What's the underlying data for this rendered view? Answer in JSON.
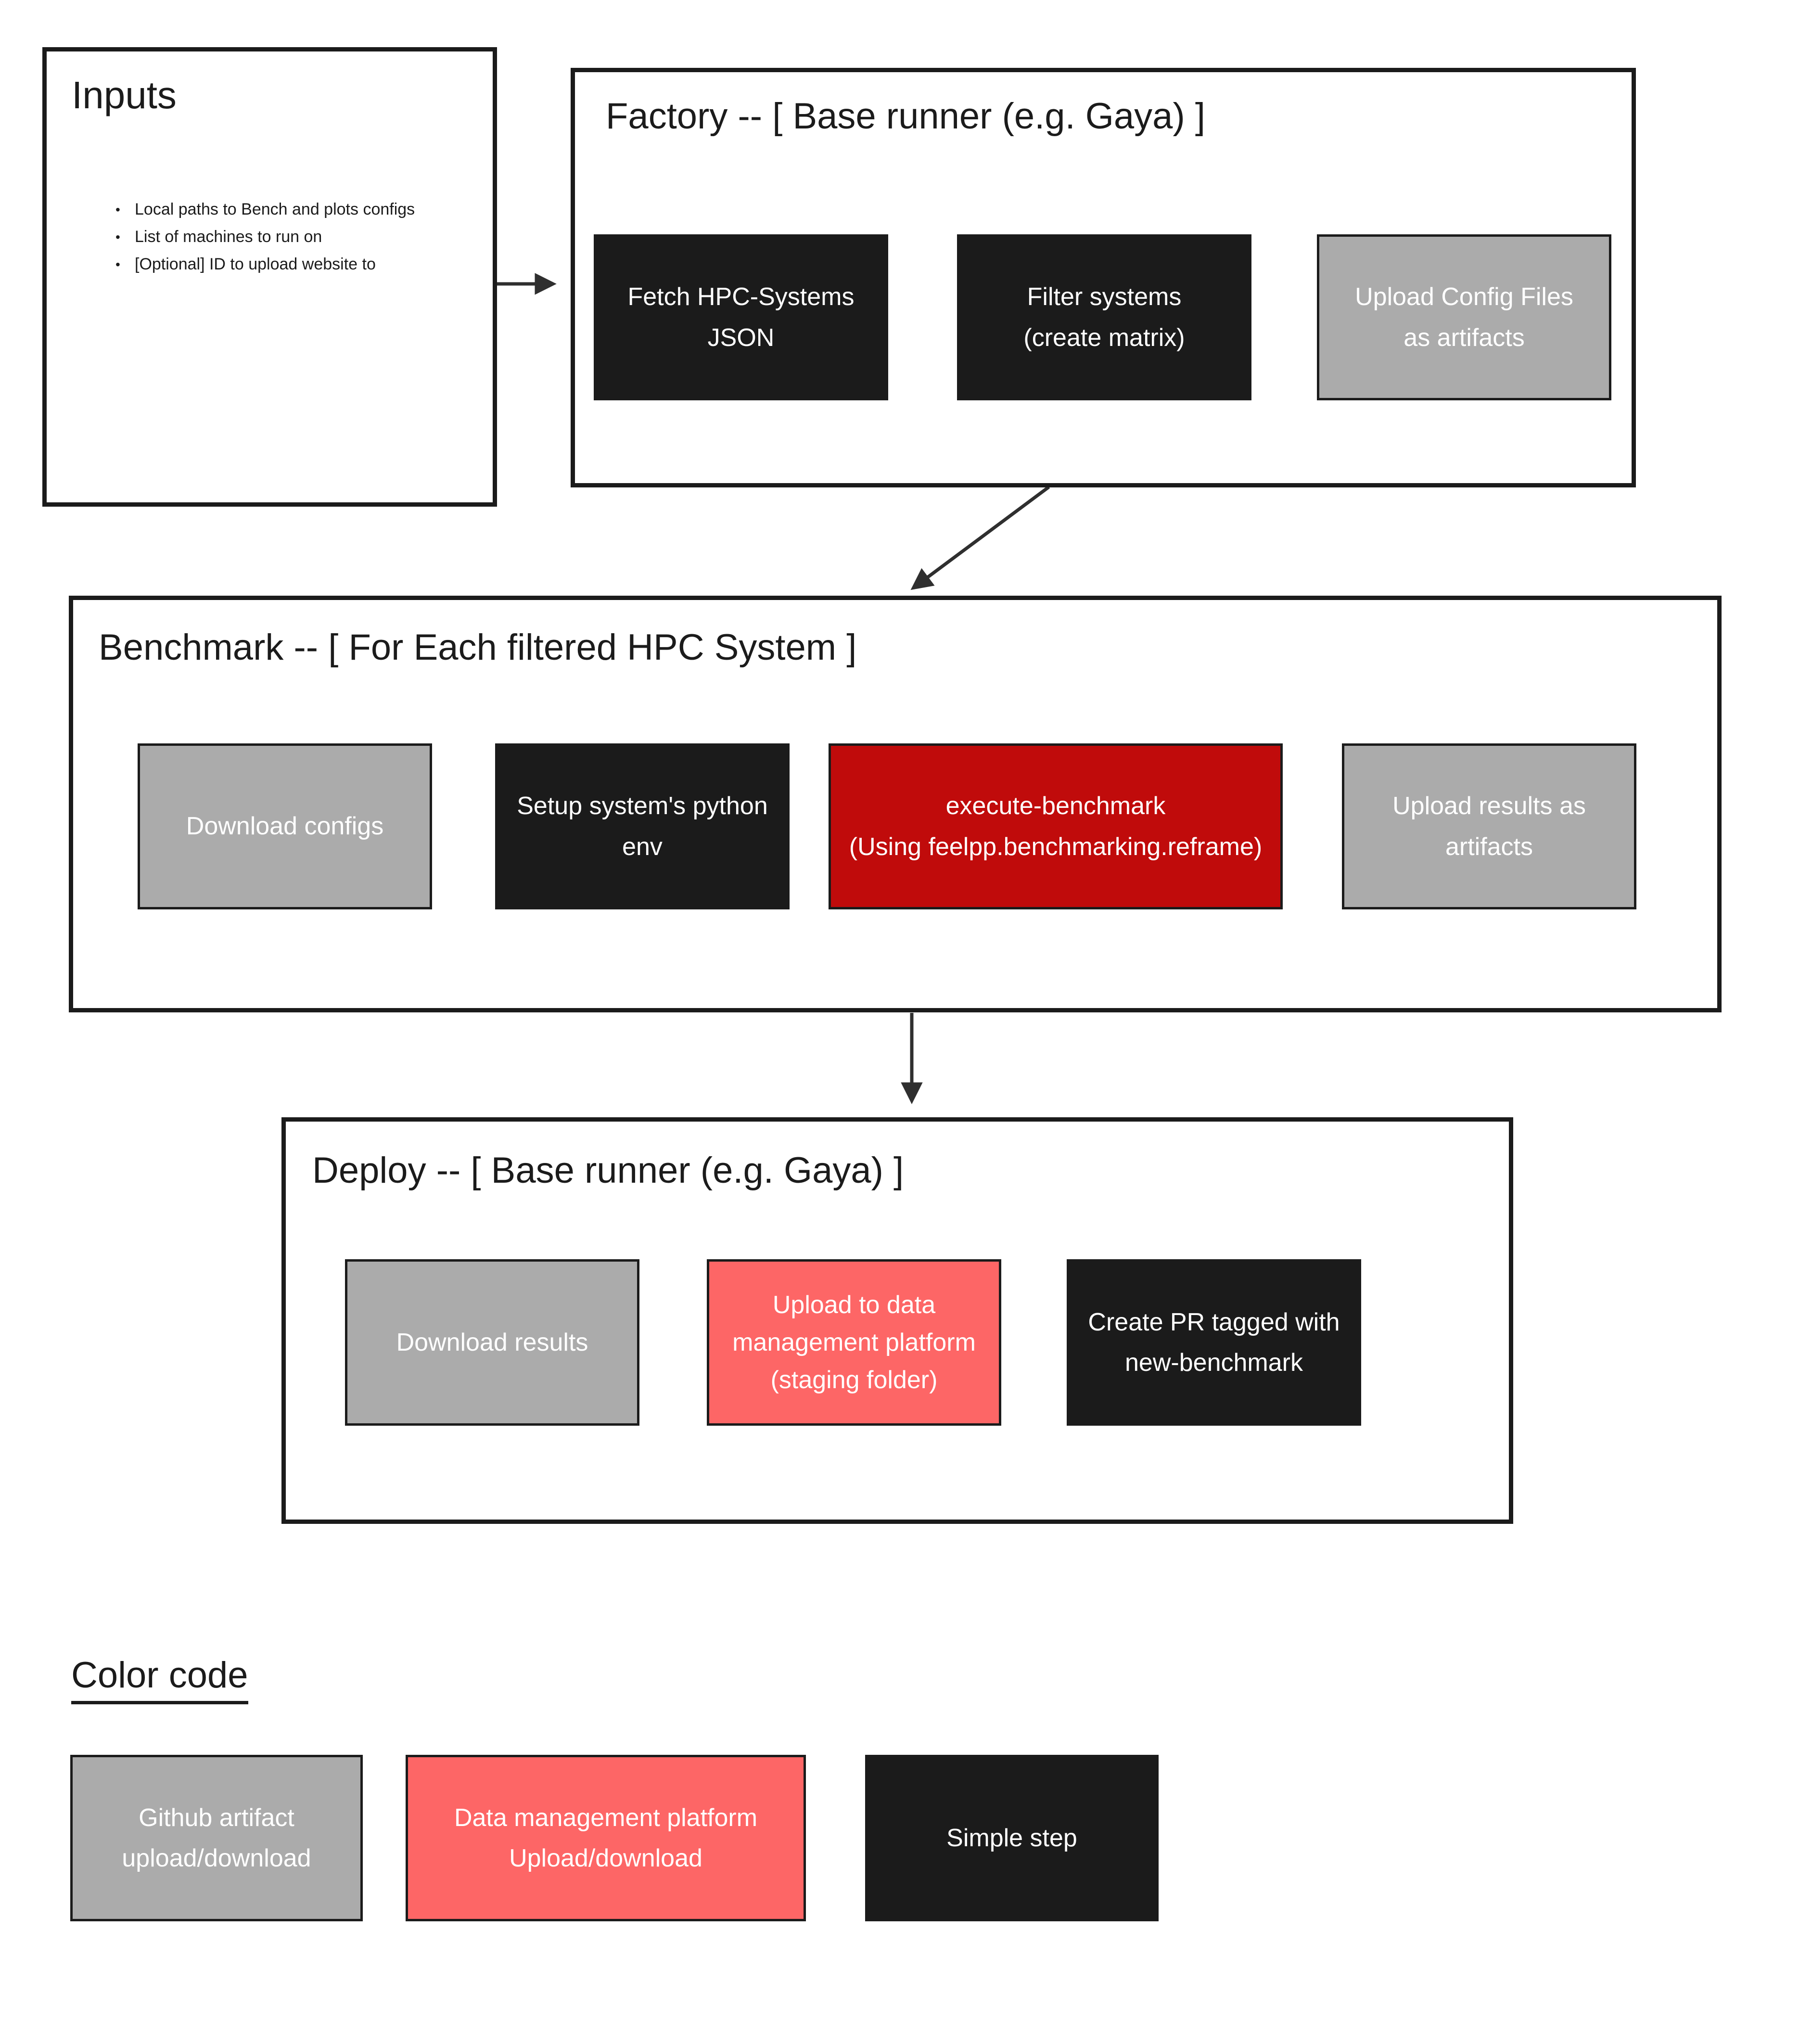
{
  "colors": {
    "background": "#ffffff",
    "simple_step": "#1b1b1b",
    "github_artifact": "#ababab",
    "execute_red": "#c00b0b",
    "data_platform": "#fd6666",
    "section_border": "#1b1b1b",
    "arrow": "#2f2f2f",
    "text_dark": "#1b1b1b",
    "text_light": "#ffffff"
  },
  "inputs": {
    "title": "Inputs",
    "bullets": [
      "Local paths to Bench and plots configs",
      "List of machines to run on",
      "[Optional] ID to upload website to"
    ]
  },
  "factory": {
    "title": "Factory -- [ Base runner (e.g. Gaya) ]",
    "steps": [
      {
        "label": "Fetch HPC-Systems\nJSON",
        "type": "simple-step"
      },
      {
        "label": "Filter systems\n(create matrix)",
        "type": "simple-step"
      },
      {
        "label": "Upload Config Files\nas artifacts",
        "type": "github-artifact"
      }
    ]
  },
  "benchmark": {
    "title": "Benchmark -- [ For Each filtered HPC System ]",
    "steps": [
      {
        "label": "Download configs",
        "type": "github-artifact"
      },
      {
        "label": "Setup system's python\nenv",
        "type": "simple-step"
      },
      {
        "label": "execute-benchmark\n(Using feelpp.benchmarking.reframe)",
        "type": "execute"
      },
      {
        "label": "Upload results as\nartifacts",
        "type": "github-artifact"
      }
    ]
  },
  "deploy": {
    "title": "Deploy -- [ Base runner (e.g. Gaya) ]",
    "steps": [
      {
        "label": "Download results",
        "type": "github-artifact"
      },
      {
        "label": "Upload to data\nmanagement platform\n(staging folder)",
        "type": "data-platform"
      },
      {
        "label": "Create PR tagged with\nnew-benchmark",
        "type": "simple-step"
      }
    ]
  },
  "legend": {
    "title": "Color code",
    "items": [
      {
        "label": "Github artifact\nupload/download",
        "color": "#ababab"
      },
      {
        "label": "Data management platform\nUpload/download",
        "color": "#fd6666"
      },
      {
        "label": "Simple step",
        "color": "#1b1b1b"
      }
    ]
  }
}
